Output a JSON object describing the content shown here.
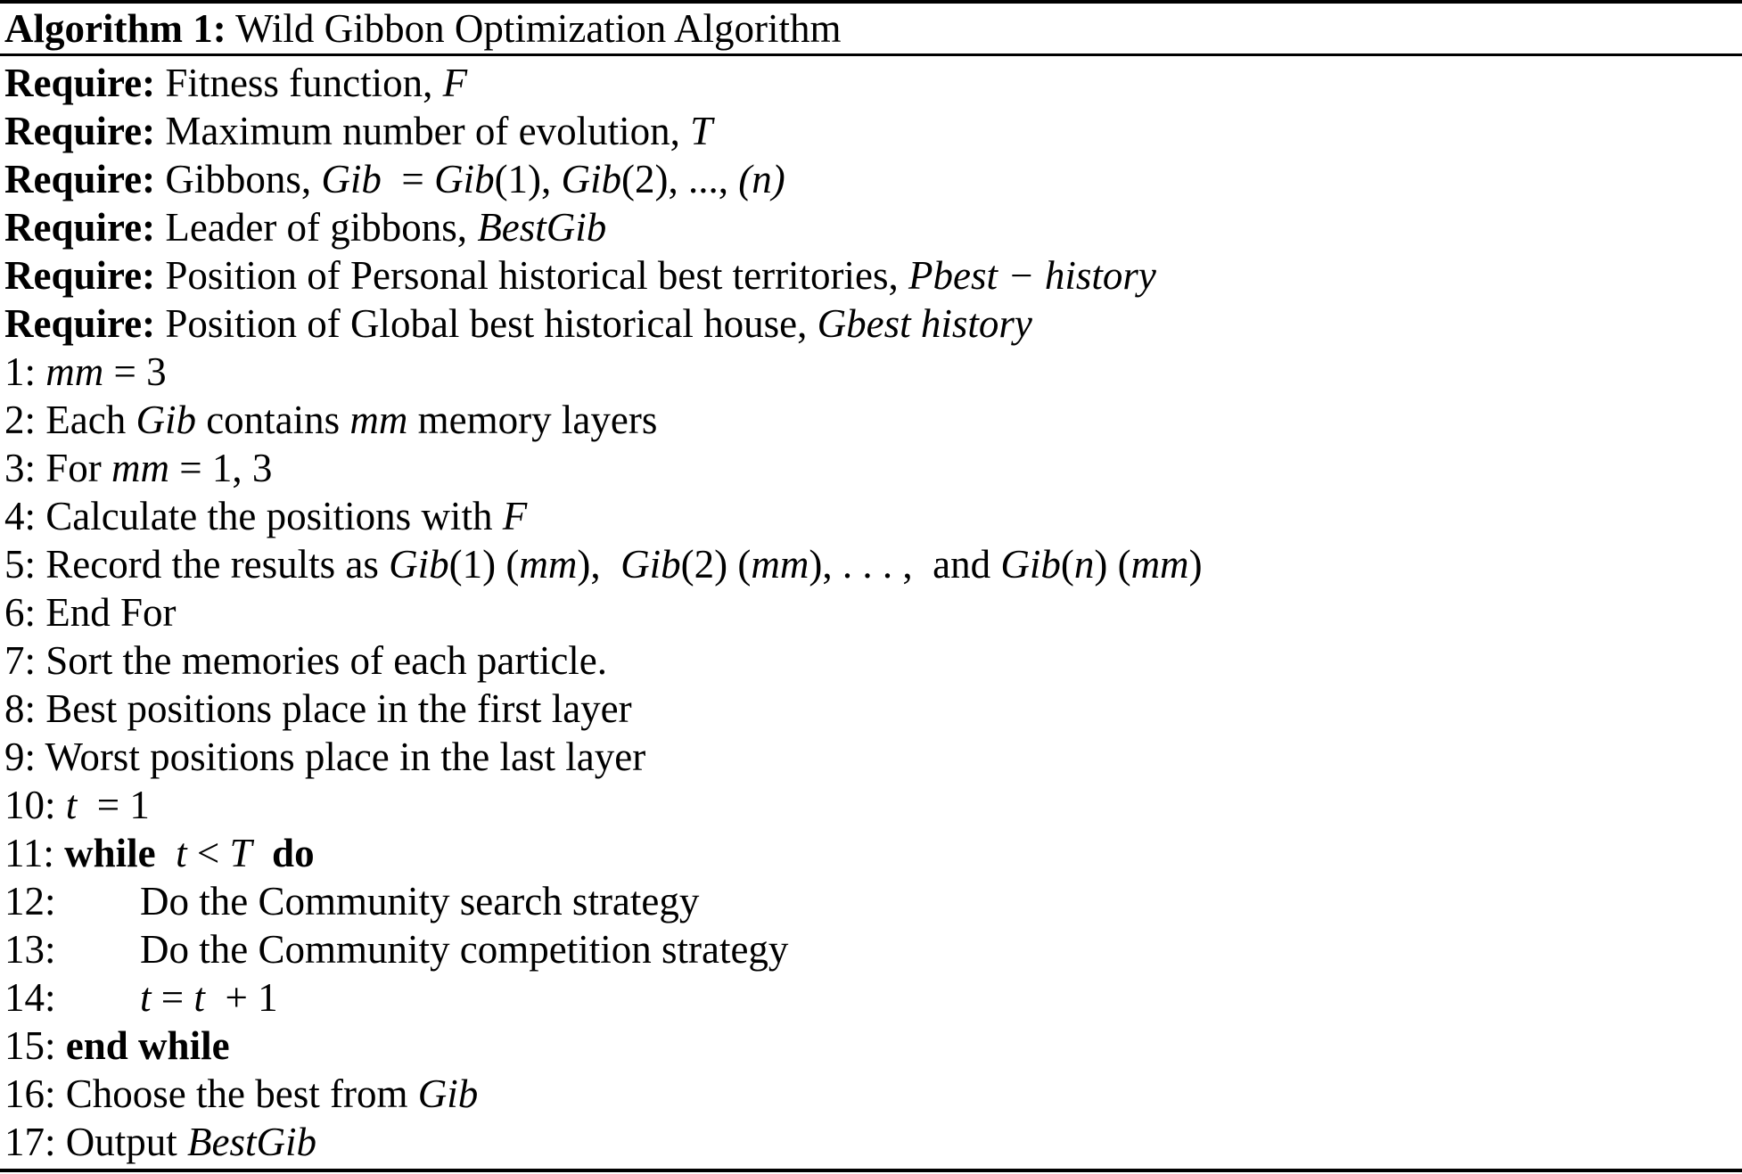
{
  "page": {
    "background": "#ffffff",
    "text_color": "#000000",
    "rule_color": "#000000"
  },
  "header": {
    "label": "Algorithm 1:",
    "title": " Wild Gibbon Optimization Algorithm"
  },
  "lines": [
    {
      "num": "",
      "indent": false,
      "parts": [
        [
          "b",
          "Require:"
        ],
        [
          "r",
          " Fitness function, "
        ],
        [
          "i",
          "F"
        ]
      ]
    },
    {
      "num": "",
      "indent": false,
      "parts": [
        [
          "b",
          "Require:"
        ],
        [
          "r",
          " Maximum number of evolution, "
        ],
        [
          "i",
          "T"
        ]
      ]
    },
    {
      "num": "",
      "indent": false,
      "parts": [
        [
          "b",
          "Require:"
        ],
        [
          "r",
          " Gibbons, "
        ],
        [
          "i",
          "Gib"
        ],
        [
          "r",
          "  = "
        ],
        [
          "i",
          "Gib"
        ],
        [
          "r",
          "(1), "
        ],
        [
          "i",
          "Gib"
        ],
        [
          "r",
          "(2), ..., "
        ],
        [
          "i",
          "(n)"
        ]
      ]
    },
    {
      "num": "",
      "indent": false,
      "parts": [
        [
          "b",
          "Require:"
        ],
        [
          "r",
          " Leader of gibbons, "
        ],
        [
          "i",
          "BestGib"
        ]
      ]
    },
    {
      "num": "",
      "indent": false,
      "parts": [
        [
          "b",
          "Require:"
        ],
        [
          "r",
          " Position of Personal historical best territories, "
        ],
        [
          "i",
          "Pbest − history"
        ]
      ]
    },
    {
      "num": "",
      "indent": false,
      "parts": [
        [
          "b",
          "Require:"
        ],
        [
          "r",
          " Position of Global best historical house, "
        ],
        [
          "i",
          "Gbest history"
        ]
      ]
    },
    {
      "num": "1:",
      "indent": false,
      "parts": [
        [
          "i",
          "mm"
        ],
        [
          "r",
          " = 3"
        ]
      ]
    },
    {
      "num": "2:",
      "indent": false,
      "parts": [
        [
          "r",
          "Each "
        ],
        [
          "i",
          "Gib"
        ],
        [
          "r",
          " contains "
        ],
        [
          "i",
          "mm"
        ],
        [
          "r",
          " memory layers"
        ]
      ]
    },
    {
      "num": "3:",
      "indent": false,
      "parts": [
        [
          "r",
          "For "
        ],
        [
          "i",
          "mm"
        ],
        [
          "r",
          " = 1, 3"
        ]
      ]
    },
    {
      "num": "4:",
      "indent": false,
      "parts": [
        [
          "r",
          "Calculate the positions with "
        ],
        [
          "i",
          "F"
        ]
      ]
    },
    {
      "num": "5:",
      "indent": false,
      "parts": [
        [
          "r",
          "Record the results as "
        ],
        [
          "i",
          "Gib"
        ],
        [
          "r",
          "(1) ("
        ],
        [
          "i",
          "mm"
        ],
        [
          "r",
          "),  "
        ],
        [
          "i",
          "Gib"
        ],
        [
          "r",
          "(2) ("
        ],
        [
          "i",
          "mm"
        ],
        [
          "r",
          "), . . . ,  and "
        ],
        [
          "i",
          "Gib"
        ],
        [
          "r",
          "("
        ],
        [
          "i",
          "n"
        ],
        [
          "r",
          ") ("
        ],
        [
          "i",
          "mm"
        ],
        [
          "r",
          ")"
        ]
      ]
    },
    {
      "num": "6:",
      "indent": false,
      "parts": [
        [
          "r",
          "End For"
        ]
      ]
    },
    {
      "num": "7:",
      "indent": false,
      "parts": [
        [
          "r",
          "Sort the memories of each particle."
        ]
      ]
    },
    {
      "num": "8:",
      "indent": false,
      "parts": [
        [
          "r",
          "Best positions place in the first layer"
        ]
      ]
    },
    {
      "num": "9:",
      "indent": false,
      "parts": [
        [
          "r",
          "Worst positions place in the last layer"
        ]
      ]
    },
    {
      "num": "10:",
      "indent": false,
      "parts": [
        [
          "i",
          "t"
        ],
        [
          "r",
          "  = 1"
        ]
      ]
    },
    {
      "num": "11:",
      "indent": false,
      "parts": [
        [
          "b",
          "while"
        ],
        [
          "r",
          "  "
        ],
        [
          "i",
          "t"
        ],
        [
          "r",
          " < "
        ],
        [
          "i",
          "T"
        ],
        [
          "r",
          "  "
        ],
        [
          "b",
          "do"
        ]
      ]
    },
    {
      "num": "12:",
      "indent": true,
      "parts": [
        [
          "r",
          "Do the Community search strategy"
        ]
      ]
    },
    {
      "num": "13:",
      "indent": true,
      "parts": [
        [
          "r",
          "Do the Community competition strategy"
        ]
      ]
    },
    {
      "num": "14:",
      "indent": true,
      "parts": [
        [
          "i",
          "t"
        ],
        [
          "r",
          " = "
        ],
        [
          "i",
          "t"
        ],
        [
          "r",
          "  + 1"
        ]
      ]
    },
    {
      "num": "15:",
      "indent": false,
      "parts": [
        [
          "b",
          "end while"
        ]
      ]
    },
    {
      "num": "16:",
      "indent": false,
      "parts": [
        [
          "r",
          "Choose the best from "
        ],
        [
          "i",
          "Gib"
        ]
      ]
    },
    {
      "num": "17:",
      "indent": false,
      "parts": [
        [
          "r",
          "Output "
        ],
        [
          "i",
          "BestGib"
        ]
      ]
    }
  ]
}
